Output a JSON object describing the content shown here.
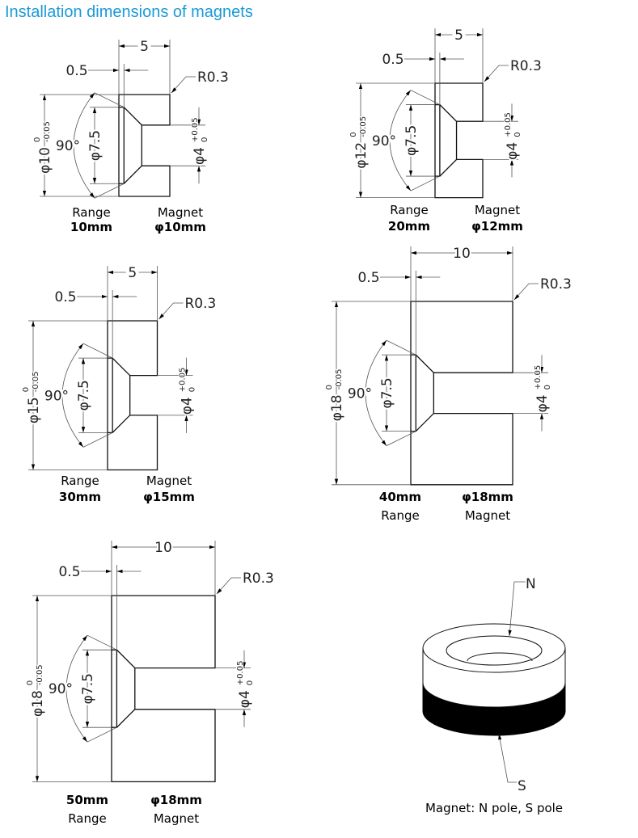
{
  "title": "Installation dimensions of magnets",
  "drawings": [
    {
      "width_label": "5",
      "step_label": "0.5",
      "radius_label": "R0.3",
      "outer_diameter": "φ10",
      "outer_tol_upper": "0",
      "outer_tol_lower": "-0.05",
      "countersink": "φ7.5",
      "angle": "90°",
      "bore": "φ4",
      "bore_tol_upper": "+0.05",
      "bore_tol_lower": "0",
      "range_label": "Range",
      "range_value": "10mm",
      "magnet_label": "Magnet",
      "magnet_value": "φ10mm"
    },
    {
      "width_label": "5",
      "step_label": "0.5",
      "radius_label": "R0.3",
      "outer_diameter": "φ12",
      "outer_tol_upper": "0",
      "outer_tol_lower": "-0.05",
      "countersink": "φ7.5",
      "angle": "90°",
      "bore": "φ4",
      "bore_tol_upper": "+0.05",
      "bore_tol_lower": "0",
      "range_label": "Range",
      "range_value": "20mm",
      "magnet_label": "Magnet",
      "magnet_value": "φ12mm"
    },
    {
      "width_label": "5",
      "step_label": "0.5",
      "radius_label": "R0.3",
      "outer_diameter": "φ15",
      "outer_tol_upper": "0",
      "outer_tol_lower": "-0.05",
      "countersink": "φ7.5",
      "angle": "90°",
      "bore": "φ4",
      "bore_tol_upper": "+0.05",
      "bore_tol_lower": "0",
      "range_label": "Range",
      "range_value": "30mm",
      "magnet_label": "Magnet",
      "magnet_value": "φ15mm"
    },
    {
      "width_label": "10",
      "step_label": "0.5",
      "radius_label": "R0.3",
      "outer_diameter": "φ18",
      "outer_tol_upper": "0",
      "outer_tol_lower": "-0.05",
      "countersink": "φ7.5",
      "angle": "90°",
      "bore": "φ4",
      "bore_tol_upper": "+0.05",
      "bore_tol_lower": "0",
      "range_label": "Range",
      "range_value": "40mm",
      "magnet_label": "Magnet",
      "magnet_value": "φ18mm"
    },
    {
      "width_label": "10",
      "step_label": "0.5",
      "radius_label": "R0.3",
      "outer_diameter": "φ18",
      "outer_tol_upper": "0",
      "outer_tol_lower": "-0.05",
      "countersink": "φ7.5",
      "angle": "90°",
      "bore": "φ4",
      "bore_tol_upper": "+0.05",
      "bore_tol_lower": "0",
      "range_label": "Range",
      "range_value": "50mm",
      "magnet_label": "Magnet",
      "magnet_value": "φ18mm"
    }
  ],
  "poles": {
    "north": "N",
    "south": "S",
    "caption": "Magnet: N pole, S pole"
  }
}
